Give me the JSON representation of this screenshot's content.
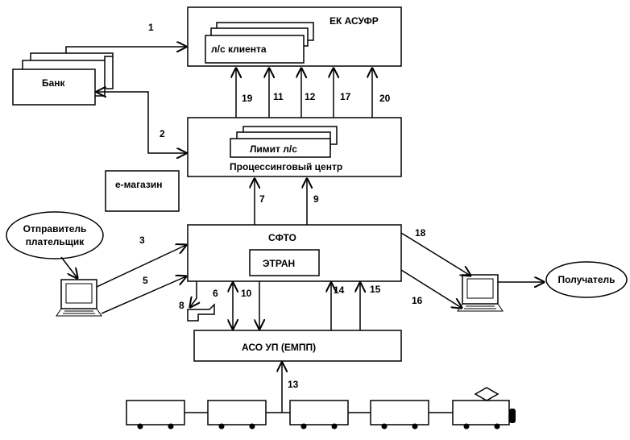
{
  "boxes": {
    "ek_asufr": "ЕК АСУФР",
    "client_account": "л/с клиента",
    "bank": "Банк",
    "limit": "Лимит л/с",
    "processing": "Процессинговый центр",
    "emag": "е-магазин",
    "sfto": "СФТО",
    "etran": "ЭТРАН",
    "aso": "АСО УП (ЕМПП)",
    "sender": [
      "Отправитель",
      "плательщик"
    ],
    "receiver": "Получатель"
  },
  "flows": {
    "f1": "1",
    "f2": "2",
    "f3": "3",
    "f5": "5",
    "f6": "6",
    "f7": "7",
    "f8": "8",
    "f9": "9",
    "f10": "10",
    "f11": "11",
    "f12": "12",
    "f13": "13",
    "f14": "14",
    "f15": "15",
    "f16": "16",
    "f17": "17",
    "f18": "18",
    "f19": "19",
    "f20": "20"
  }
}
